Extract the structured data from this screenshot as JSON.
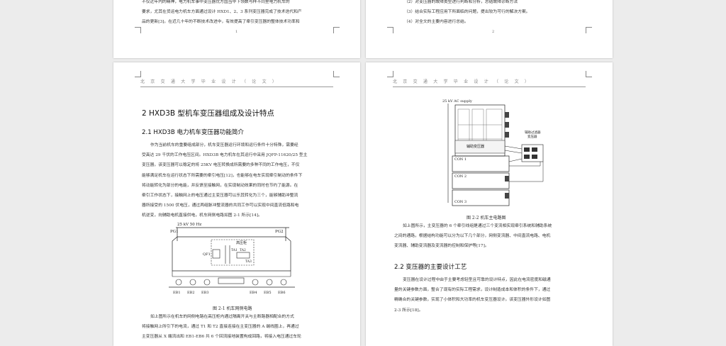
{
  "page1": {
    "lines": [
      "不仅近年内的精神，电力机车事中变压器优方国当中下领数与样不同里电力机车的",
      "要求，尤其在货运电力机车方面通过设计 HXD1、2、3 系列变压器完成了技术迭代和产",
      "品的更新[3]。在近几十年的不断技术改进中，有效提高了牵引变压器的整体技术功率和"
    ],
    "page_number": "1"
  },
  "page2": {
    "lines": [
      "（2）对变压器的故障类型进行判断和分析，总结故障诊断方法",
      "（3）结合实际工程应用下所面临的问题，提出较为可行的解决方案。",
      "（4）对全文的主要内容进行总结。"
    ],
    "page_number": "2"
  },
  "page3": {
    "header": "北京交通大学毕业设计（论文）",
    "chapter_title": "2 HXD3B  型机车变压器组成及设计特点",
    "section_title": "2.1 HXD3B  电力机车变压器功能简介",
    "paragraph": [
      "作为当前机车的重要组成部分，机车变压器运行环境和运行条件十分特殊，需要经",
      "受高达 29 千伏的工作电压区间。HXD3B 电力机车在其运行中采用 JQFP-11620/25 型主",
      "变压器，该变压器可以稳定的将 25KV 电压转换成所需要的多种不同的工作电压，不仅",
      "能够满足机车在运行状态下所需要的牵引电压[12]，也能够在电车实现牵引制动的条件下",
      "将动能转化为部分的电能，并反馈至接触网，在实现制动效果的同时也节约了能源。在",
      "牵引工作状态下，接触网上的电压通过主变压器可以乐其转化为三个，能够辅助冲整流",
      "器所接受的 1500 伏电压，通过两组脉冲整流器的共同工作可以实现中间直流低路和电",
      "机逆变，向辅助电机直接供电，机车网侧电路如图 2-1 所示[14]。"
    ],
    "figure": {
      "supply_label": "25 kV  50 Hz",
      "pg1": "PG1",
      "pg2": "PG2",
      "transformer_label": "高压柜",
      "qf1": "QF1",
      "ta1": "TA1",
      "ta2": "TA2",
      "ta3": "TA3",
      "eb_labels": [
        "EB1",
        "EB2",
        "EB3",
        "EB4",
        "EB5",
        "EB6"
      ],
      "caption": "图 2-1  机车网侧电路"
    },
    "after_figure": [
      "如上图所示在机车的网侧电路在高压柜内通过隔离开关与主断路器相配合的方式",
      "将接触网上所引下的电流，通过 T1 和 T2 直接连接在主变压器的 A 端线圈上，再通过",
      "主变压器从 X 端流出和 EB1-EB6 共 6 个回流接地装置构成回路，将接入电压通过车轮"
    ]
  },
  "page4": {
    "header": "北京交通大学毕业设计（论文）",
    "figure": {
      "supply_label": "25 kV AC supply",
      "aux_label_1": "辅助过滤器",
      "aux_label_2": "变压器",
      "main_label": "辅助变压器",
      "con1": "CON 1",
      "con2": "CON 2",
      "con3": "CON 3",
      "caption": "图 2-2  机车主电路图"
    },
    "paragraph": [
      "如上图所示，主变压器的 6 个牵引线组是通过三个变流相实现牵引系统和辅助系统",
      "之间的通路，根据结构功能可以分为以下几个部分，网侧变流器、中间直流电路、电机",
      "变流器、辅助变流器及变流器的控制和保护等[17]。"
    ],
    "section_title": "2.2 变压器的主要设计工艺",
    "paragraph2": [
      "变压器在设计过程中由于主要考虑轻型且可靠的设计特点，因此在电流密度和磁通",
      "量的关键参数方面，整合了现有的实际工程需求，设计制造成本和体积的条件下，通过",
      "精确合的关键参数，实现了小体积和大功率的机车变压器设计。该变压器外形设计如图",
      "2-3 所示[18]。"
    ]
  }
}
